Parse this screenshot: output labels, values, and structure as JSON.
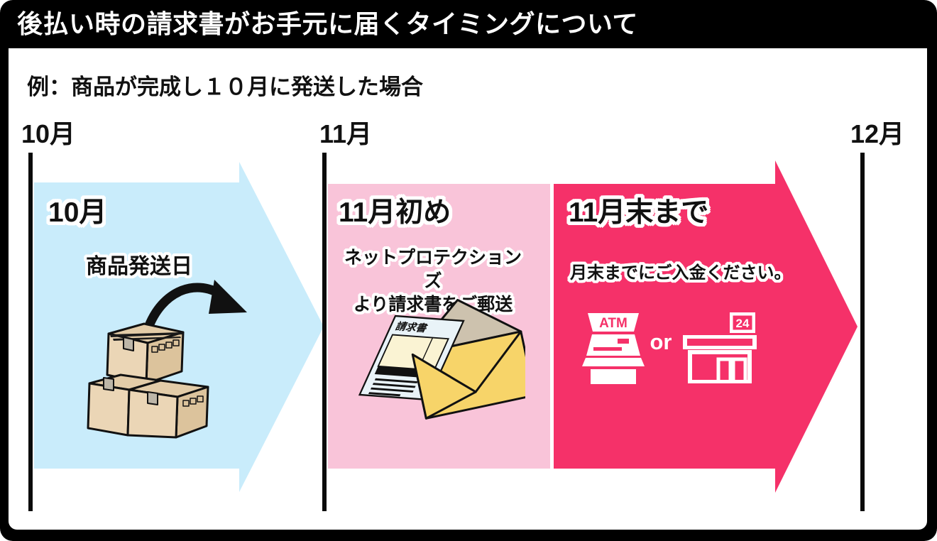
{
  "title": "後払い時の請求書がお手元に届くタイミングについて",
  "subtitle": "例：商品が完成し１０月に発送した場合",
  "timeline": {
    "months": [
      {
        "label": "10月"
      },
      {
        "label": "11月"
      },
      {
        "label": "12月"
      }
    ]
  },
  "stages": [
    {
      "heading": "10月",
      "description": "商品発送日",
      "color": "#C9ECFB",
      "icon": "cardboard-boxes"
    },
    {
      "heading": "11月初め",
      "description_line1": "ネットプロテクションズ",
      "description_line2": "より請求書をご郵送",
      "color": "#F9C4D9",
      "icon": "invoice-envelope"
    },
    {
      "heading": "11月末まで",
      "description": "月末までにご入金ください。",
      "color": "#F53169",
      "icon": "atm-or-store",
      "atm_label": "ATM",
      "store_sign": "24",
      "or_label": "or"
    }
  ],
  "invoice": {
    "label": "請求書"
  },
  "colors": {
    "background": "#000000",
    "panel": "#FFFFFF",
    "text": "#111111",
    "arrow": "#111111",
    "box_front": "#EBD6B6",
    "box_side": "#DCC39C",
    "box_top": "#E3CCA8",
    "box_tape": "#BDB6A8",
    "paper": "#E9F3F8",
    "paper_table": "#FAF3D3",
    "envelope": "#F7D469",
    "envelope_flap": "#CDC2AE"
  }
}
